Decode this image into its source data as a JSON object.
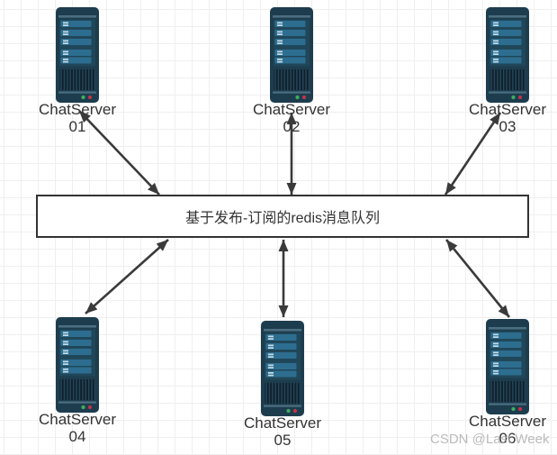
{
  "queue": {
    "label": "基于发布-订阅的redis消息队列"
  },
  "servers": [
    {
      "id": "chatserver-01",
      "name": "ChatServer",
      "num": "01"
    },
    {
      "id": "chatserver-02",
      "name": "ChatServer",
      "num": "02"
    },
    {
      "id": "chatserver-03",
      "name": "ChatServer",
      "num": "03"
    },
    {
      "id": "chatserver-04",
      "name": "ChatServer",
      "num": "04"
    },
    {
      "id": "chatserver-05",
      "name": "ChatServer",
      "num": "05"
    },
    {
      "id": "chatserver-06",
      "name": "ChatServer",
      "num": "06"
    }
  ],
  "edges": [
    {
      "from": "chatserver-01",
      "to": "redis-queue",
      "bidirectional": true
    },
    {
      "from": "chatserver-02",
      "to": "redis-queue",
      "bidirectional": true
    },
    {
      "from": "chatserver-03",
      "to": "redis-queue",
      "bidirectional": true
    },
    {
      "from": "chatserver-04",
      "to": "redis-queue",
      "bidirectional": true
    },
    {
      "from": "chatserver-05",
      "to": "redis-queue",
      "bidirectional": true
    },
    {
      "from": "chatserver-06",
      "to": "redis-queue",
      "bidirectional": true
    }
  ],
  "watermark": {
    "text": "CSDN @Last Week"
  },
  "colors": {
    "server_body": "#1d3d4e",
    "server_panel": "#204759",
    "server_bar": "#2d6e90",
    "server_cap_line": "#4b6e80",
    "led_green": "#3fae60",
    "led_red": "#c2334d",
    "arrow": "#3a3a3a",
    "box_border": "#333333",
    "text": "#333333",
    "grid_line": "#efefef",
    "watermark": "#b0b0b0"
  }
}
